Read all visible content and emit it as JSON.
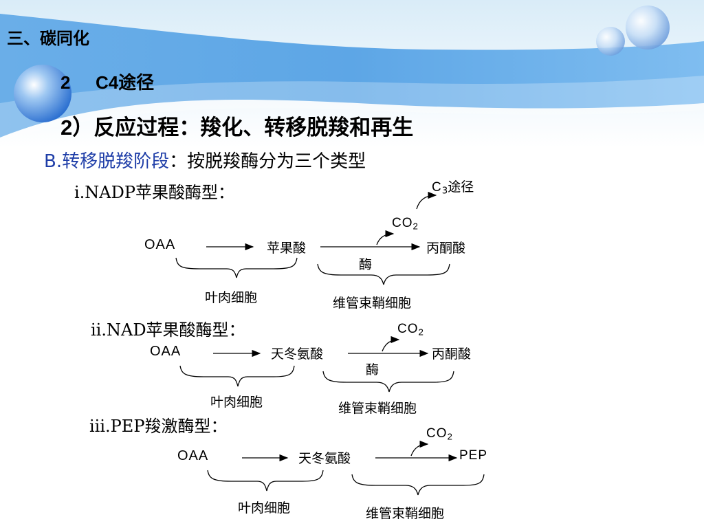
{
  "header": {
    "section": "三、碳同化",
    "subsection_num": "2",
    "subsection_title": "C4途径",
    "topic": "2）反应过程：羧化、转移脱羧和再生"
  },
  "intro": {
    "label": "B.转移脱羧阶段",
    "text": "：按脱羧酶分为三个类型"
  },
  "types": [
    {
      "title": "ⅰ.NADP苹果酸酶型：",
      "start": "OAA",
      "middle": "苹果酸",
      "end": "丙酮酸",
      "co2": "CO",
      "co2_sub": "2",
      "enzyme": "酶",
      "c3_main": "C",
      "c3_sub": "3",
      "c3_text": "途径",
      "cell_left": "叶肉细胞",
      "cell_right": "维管束鞘细胞"
    },
    {
      "title": "ⅱ.NAD苹果酸酶型：",
      "start": "OAA",
      "middle": "天冬氨酸",
      "end": "丙酮酸",
      "co2": "CO",
      "co2_sub": "2",
      "enzyme": "酶",
      "cell_left": "叶肉细胞",
      "cell_right": "维管束鞘细胞"
    },
    {
      "title": "ⅲ.PEP羧激酶型：",
      "start": "OAA",
      "middle": "天冬氨酸",
      "end": "PEP",
      "co2": "CO",
      "co2_sub": "2",
      "cell_left": "叶肉细胞",
      "cell_right": "维管束鞘细胞"
    }
  ]
}
